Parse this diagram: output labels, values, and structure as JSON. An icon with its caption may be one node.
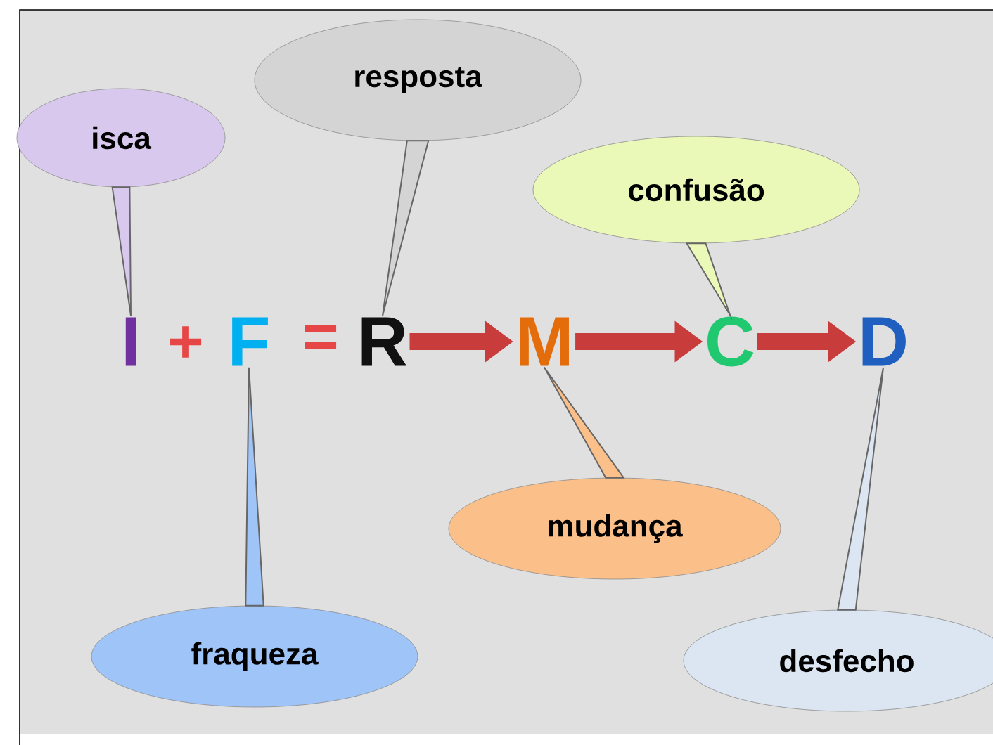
{
  "diagram": {
    "nodes": [
      {
        "text": [
          "isca"
        ]
      },
      {
        "text": [
          "resposta"
        ]
      },
      {
        "text": [
          "confusão"
        ]
      },
      {
        "text": [
          "I"
        ]
      },
      {
        "text": [
          "F"
        ]
      },
      {
        "text": [
          "R"
        ]
      },
      {
        "text": [
          "M"
        ]
      },
      {
        "text": [
          "C"
        ]
      },
      {
        "text": [
          "D"
        ]
      },
      {
        "text": [
          "mudança"
        ]
      },
      {
        "text": [
          "fraqueza"
        ]
      },
      {
        "text": [
          "desfecho"
        ]
      }
    ],
    "edges": [
      {
        "from": 0,
        "to": 3,
        "arrow": "none"
      },
      {
        "from": 1,
        "to": 5,
        "arrow": "none"
      },
      {
        "from": 2,
        "to": 7,
        "arrow": "none"
      },
      {
        "from": 9,
        "to": 6,
        "arrow": "none"
      },
      {
        "from": 10,
        "to": 4,
        "arrow": "none"
      },
      {
        "from": 11,
        "to": 8,
        "arrow": "none"
      },
      {
        "from": 5,
        "to": 6,
        "arrow": "to"
      },
      {
        "from": 6,
        "to": 7,
        "arrow": "to"
      },
      {
        "from": 7,
        "to": 8,
        "arrow": "to"
      }
    ],
    "labels": [
      "+",
      "="
    ]
  }
}
